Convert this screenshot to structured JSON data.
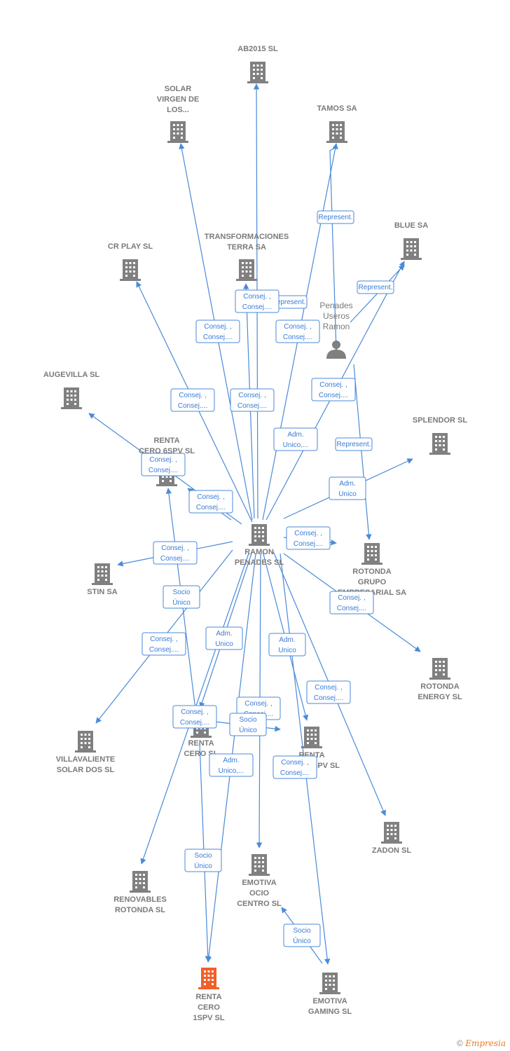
{
  "colors": {
    "edge": "#4a8ad8",
    "building": "#808080",
    "focus": "#f0602a",
    "label": "#7a7a7a"
  },
  "nodes": {
    "ab2015": {
      "lines": [
        "AB2015  SL"
      ]
    },
    "solar": {
      "lines": [
        "SOLAR",
        "VIRGEN DE",
        "LOS..."
      ]
    },
    "tamos": {
      "lines": [
        "TAMOS SA"
      ]
    },
    "blue": {
      "lines": [
        "BLUE SA"
      ]
    },
    "transf": {
      "lines": [
        "TRANSFORMACIONES",
        "TERRA SA"
      ]
    },
    "crplay": {
      "lines": [
        "CR PLAY  SL"
      ]
    },
    "augevilla": {
      "lines": [
        "AUGEVILLA  SL"
      ]
    },
    "renta6": {
      "lines": [
        "RENTA",
        "CERO 6SPV  SL"
      ]
    },
    "splendor": {
      "lines": [
        "SPLENDOR SL"
      ]
    },
    "ramon": {
      "lines": [
        "RAMON",
        "PENADES SL"
      ]
    },
    "rotonda_grupo": {
      "lines": [
        "ROTONDA",
        "GRUPO",
        "EMPRESARIAL SA"
      ]
    },
    "stin": {
      "lines": [
        "STIN SA"
      ]
    },
    "rotonda_energy": {
      "lines": [
        "ROTONDA",
        "ENERGY  SL"
      ]
    },
    "villavaliente": {
      "lines": [
        "VILLAVALIENTE",
        "SOLAR DOS SL"
      ]
    },
    "renta_cero": {
      "lines": [
        "RENTA",
        "CERO SL"
      ]
    },
    "renta_spv": {
      "lines": [
        "RENTA",
        "CERO 2SPV  SL"
      ]
    },
    "zadon": {
      "lines": [
        "ZADON  SL"
      ]
    },
    "renovables": {
      "lines": [
        "RENOVABLES",
        "ROTONDA  SL"
      ]
    },
    "emotiva_ocio": {
      "lines": [
        "EMOTIVA",
        "OCIO",
        "CENTRO  SL"
      ]
    },
    "emotiva_gaming": {
      "lines": [
        "EMOTIVA",
        "GAMING  SL"
      ]
    },
    "renta1": {
      "lines": [
        "RENTA",
        "CERO",
        "1SPV  SL"
      ]
    },
    "person": {
      "lines": [
        "Penades",
        "Useros",
        "Ramon"
      ]
    }
  },
  "relations": [
    [
      "Represent."
    ],
    [
      "Represent."
    ],
    [
      "Consej. ,",
      "Consej...."
    ],
    [
      "Represent."
    ],
    [
      "Consej. ,",
      "Consej...."
    ],
    [
      "Consej. ,",
      "Consej...."
    ],
    [
      "Consej. ,",
      "Consej...."
    ],
    [
      "Consej. ,",
      "Consej...."
    ],
    [
      "Consej. ,",
      "Consej...."
    ],
    [
      "Adm.",
      "Unico,..."
    ],
    [
      "Represent."
    ],
    [
      "Consej. ,",
      "Consej...."
    ],
    [
      "Consej. ,",
      "Consej...."
    ],
    [
      "Adm.",
      "Unico"
    ],
    [
      "Consej. ,",
      "Consej...."
    ],
    [
      "Consej. ,",
      "Consej...."
    ],
    [
      "Consej. ,",
      "Consej...."
    ],
    [
      "Socio",
      "Único"
    ],
    [
      "Consej. ,",
      "Consej...."
    ],
    [
      "Adm.",
      "Unico"
    ],
    [
      "Adm.",
      "Unico"
    ],
    [
      "Consej. ,",
      "Consej...."
    ],
    [
      "Consej. ,",
      "Consej...."
    ],
    [
      "Consej. ,",
      "Consej...."
    ],
    [
      "Socio",
      "Único"
    ],
    [
      "Adm.",
      "Unico,..."
    ],
    [
      "Consej. ,",
      "Consej...."
    ],
    [
      "Socio",
      "Único"
    ],
    [
      "Socio",
      "Único"
    ]
  ],
  "footer": {
    "copyright": "©",
    "brand": "Empresia"
  }
}
